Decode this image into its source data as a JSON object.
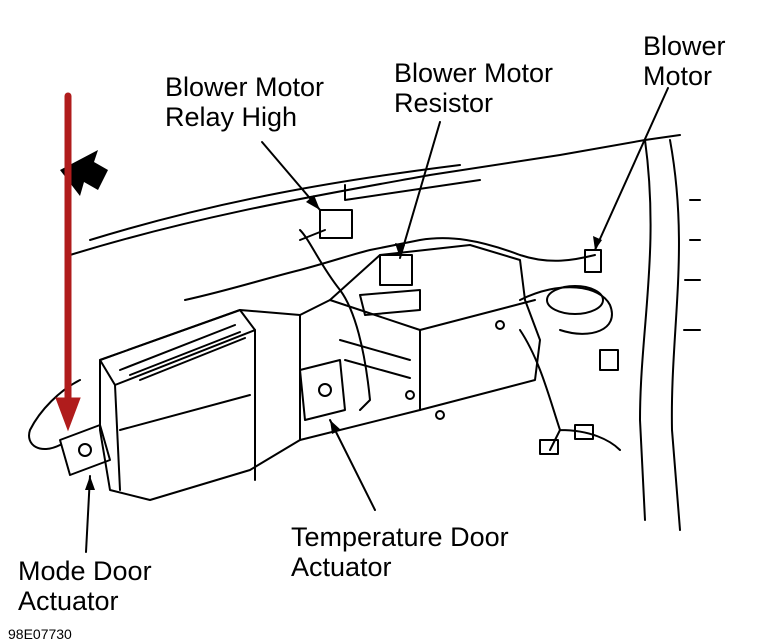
{
  "labels": {
    "relay": [
      "Blower Motor",
      "Relay High"
    ],
    "resistor": [
      "Blower Motor",
      "Resistor"
    ],
    "motor": [
      "Blower",
      "Motor"
    ],
    "temp_actuator": [
      "Temperature Door",
      "Actuator"
    ],
    "mode_actuator": [
      "Mode Door",
      "Actuator"
    ]
  },
  "figure_id": "98E07730",
  "colors": {
    "highlight_arrow": "#b01c1c",
    "line": "#000000"
  },
  "icons": {
    "direction_arrow": "forward-arrow-icon"
  }
}
